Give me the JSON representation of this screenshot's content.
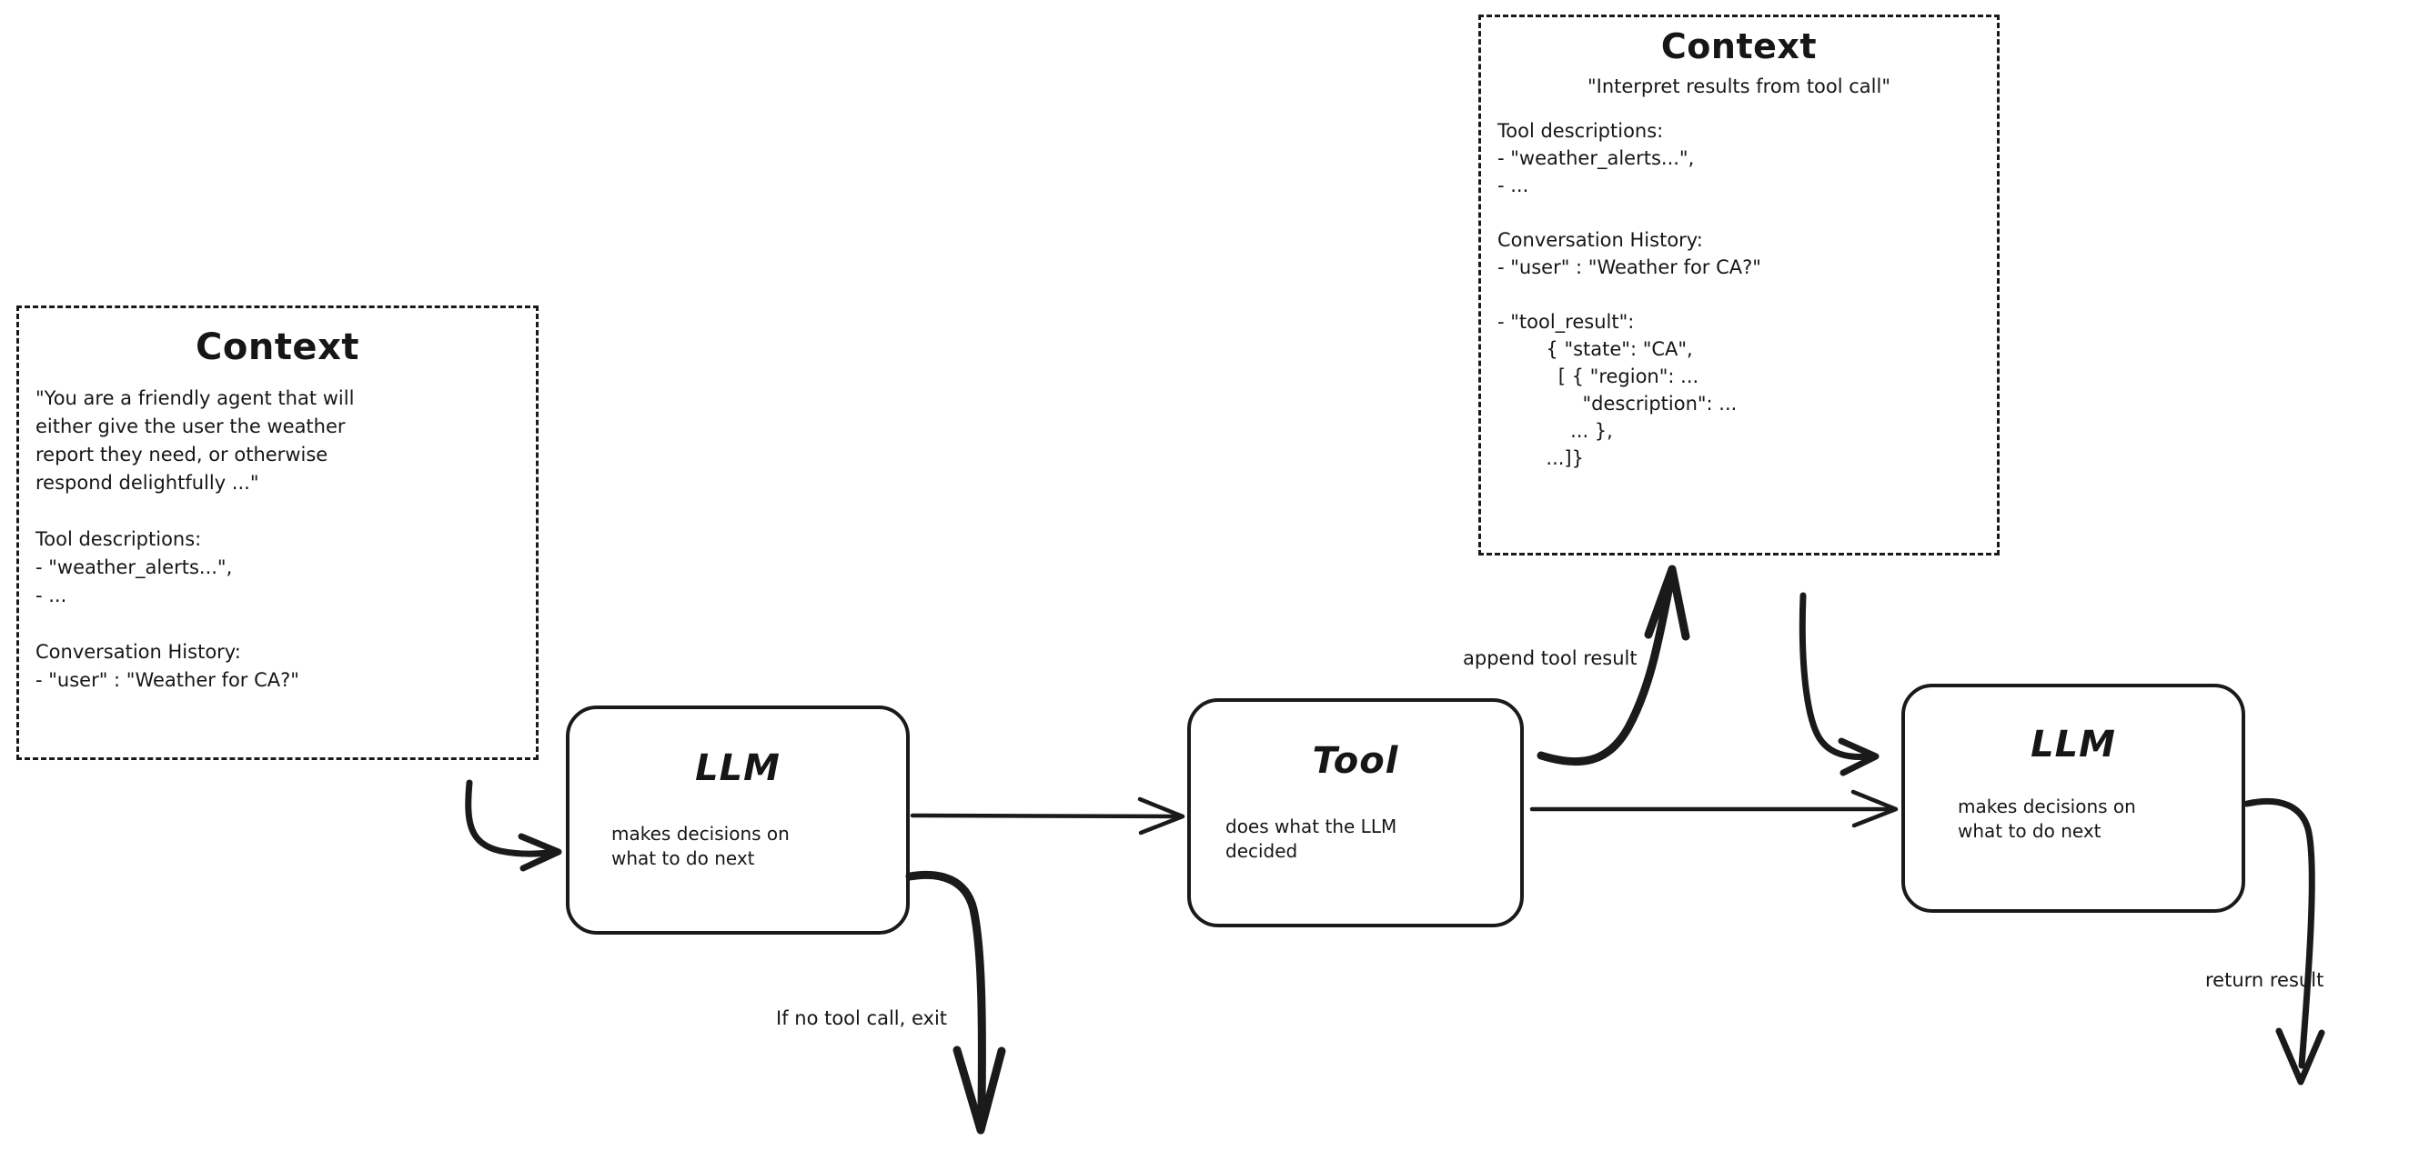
{
  "diagram": {
    "title": "Agent loop with tool calling",
    "background": "#ffffff",
    "ink": "#1a1a1a"
  },
  "context_left": {
    "title": "Context",
    "body": "\"You are a friendly agent that will\neither give the user the weather\nreport they need, or otherwise\nrespond delightfully ...\"\n\nTool descriptions:\n- \"weather_alerts...\",\n- ...\n\nConversation History:\n- \"user\" : \"Weather for CA?\""
  },
  "context_right": {
    "title": "Context",
    "subtitle": "\"Interpret results from tool call\"",
    "body": "Tool descriptions:\n- \"weather_alerts...\",\n- ...\n\nConversation History:\n- \"user\" : \"Weather for CA?\"\n\n- \"tool_result\":\n        { \"state\": \"CA\",\n          [ { \"region\": ...\n              \"description\": ...\n            ... },\n        ...]}"
  },
  "nodes": {
    "llm_first": {
      "title": "LLM",
      "subtitle": "makes decisions on\nwhat to do next"
    },
    "tool": {
      "title": "Tool",
      "subtitle": "does what the LLM\ndecided"
    },
    "llm_second": {
      "title": "LLM",
      "subtitle": "makes decisions on\nwhat to do next"
    }
  },
  "edges": {
    "context_to_llm": "",
    "llm_to_tool": "",
    "no_tool_call": "If no tool call, exit",
    "append_tool_result": "append tool result",
    "tool_to_llm2": "",
    "context2_to_llm2": "",
    "return_result": "return result"
  }
}
